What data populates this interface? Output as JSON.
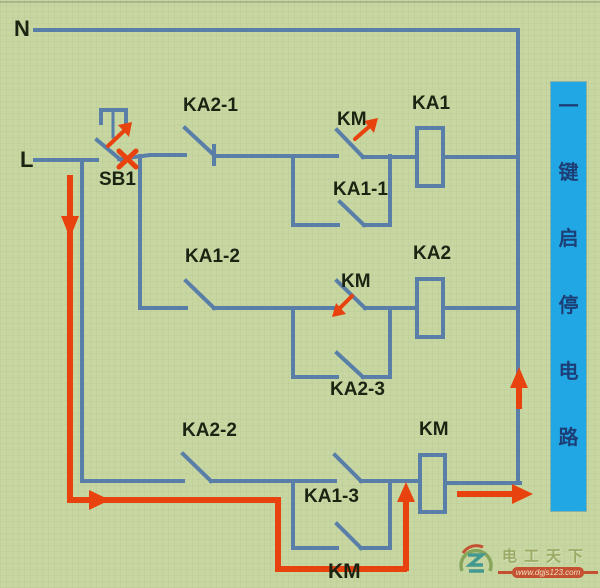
{
  "colors": {
    "background": "#c8d7a2",
    "wire_blue": "#597fa8",
    "highlight_red": "#e8430e",
    "banner_bg": "#22a7e5",
    "banner_text": "#1d3f77",
    "label_text": "#1b2412",
    "watermark_olive": "#93a259",
    "watermark_red": "#c43b1f"
  },
  "power": {
    "neutral": "N",
    "line": "L"
  },
  "components": {
    "sb1": "SB1",
    "ka2_1": "KA2-1",
    "km_row1": "KM",
    "ka1_coil": "KA1",
    "ka1_1": "KA1-1",
    "ka1_2": "KA1-2",
    "km_row2": "KM",
    "ka2_coil": "KA2",
    "ka2_3": "KA2-3",
    "ka2_2": "KA2-2",
    "km_coil": "KM",
    "ka1_3": "KA1-3",
    "km_row3": "KM"
  },
  "banner": {
    "title": "一键启停电路",
    "chars": [
      "一",
      "键",
      "启",
      "停",
      "电",
      "路"
    ]
  },
  "annotations": {
    "sb1_action": "press-arrow",
    "sb1_contact_state": "x-mark",
    "km_row1_action": "open-arrow",
    "km_row2_action": "close-arrow",
    "flow_path": "current-flow-highlight"
  },
  "watermark": {
    "brand": "电工天下",
    "url": "www.dgjs123.com"
  }
}
